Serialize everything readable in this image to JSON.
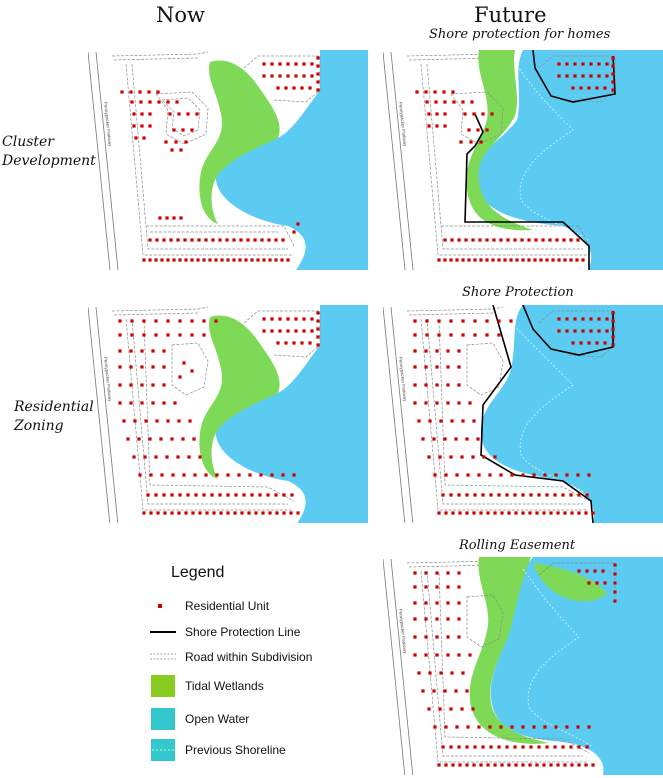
{
  "columns": {
    "now": "Now",
    "future": "Future"
  },
  "rows": {
    "cluster": {
      "line1": "Cluster",
      "line2": "Development"
    },
    "residential": {
      "line1": "Residential",
      "line2": "Zoning"
    }
  },
  "captions": {
    "shore_homes": "Shore protection for homes",
    "shore_protection": "Shore Protection",
    "rolling_easement": "Rolling Easement"
  },
  "road_label": "Pennypacker Parkway",
  "legend": {
    "title": "Legend",
    "items": [
      {
        "label": "Residential Unit",
        "symbol": "dot",
        "color": "#d00000"
      },
      {
        "label": "Shore Protection Line",
        "symbol": "line",
        "color": "#000000"
      },
      {
        "label": "Road within Subdivision",
        "symbol": "road",
        "color": "#888888"
      },
      {
        "label": "Tidal Wetlands",
        "symbol": "swatch",
        "color": "#88cc22"
      },
      {
        "label": "Open Water",
        "symbol": "swatch",
        "color": "#33c8cc"
      },
      {
        "label": "Previous Shoreline",
        "symbol": "prevshore",
        "color": "#33c8cc"
      }
    ]
  },
  "colors": {
    "water": "#5ccbf2",
    "wetland": "#7ed957",
    "unit": "#d00000",
    "road": "#8c8c8c",
    "protection": "#000000"
  }
}
